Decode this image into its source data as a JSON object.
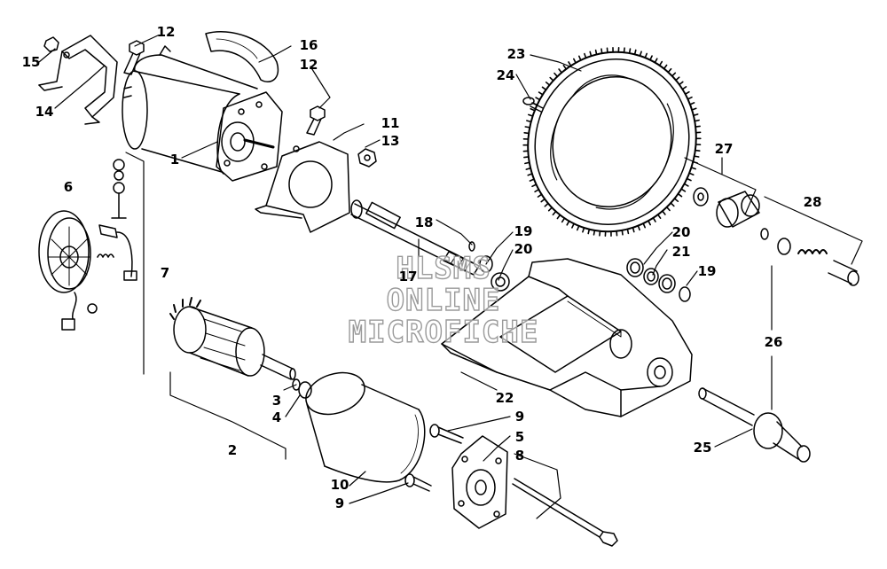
{
  "colors": {
    "ink": "#000000",
    "paper": "#ffffff",
    "watermark_stroke": "#9a9a9a"
  },
  "watermark": {
    "line1": "HLSMS",
    "line2": "ONLINE",
    "line3": "MICROFICHE"
  },
  "callouts": {
    "c1": "1",
    "c2": "2",
    "c3": "3",
    "c4": "4",
    "c5": "5",
    "c6": "6",
    "c7": "7",
    "c8": "8",
    "c9a": "9",
    "c9b": "9",
    "c10": "10",
    "c11": "11",
    "c12a": "12",
    "c12b": "12",
    "c13": "13",
    "c14": "14",
    "c15": "15",
    "c16": "16",
    "c17": "17",
    "c18": "18",
    "c19a": "19",
    "c19b": "19",
    "c20a": "20",
    "c20b": "20",
    "c21": "21",
    "c22": "22",
    "c23": "23",
    "c24": "24",
    "c25": "25",
    "c26": "26",
    "c27": "27",
    "c28": "28"
  }
}
